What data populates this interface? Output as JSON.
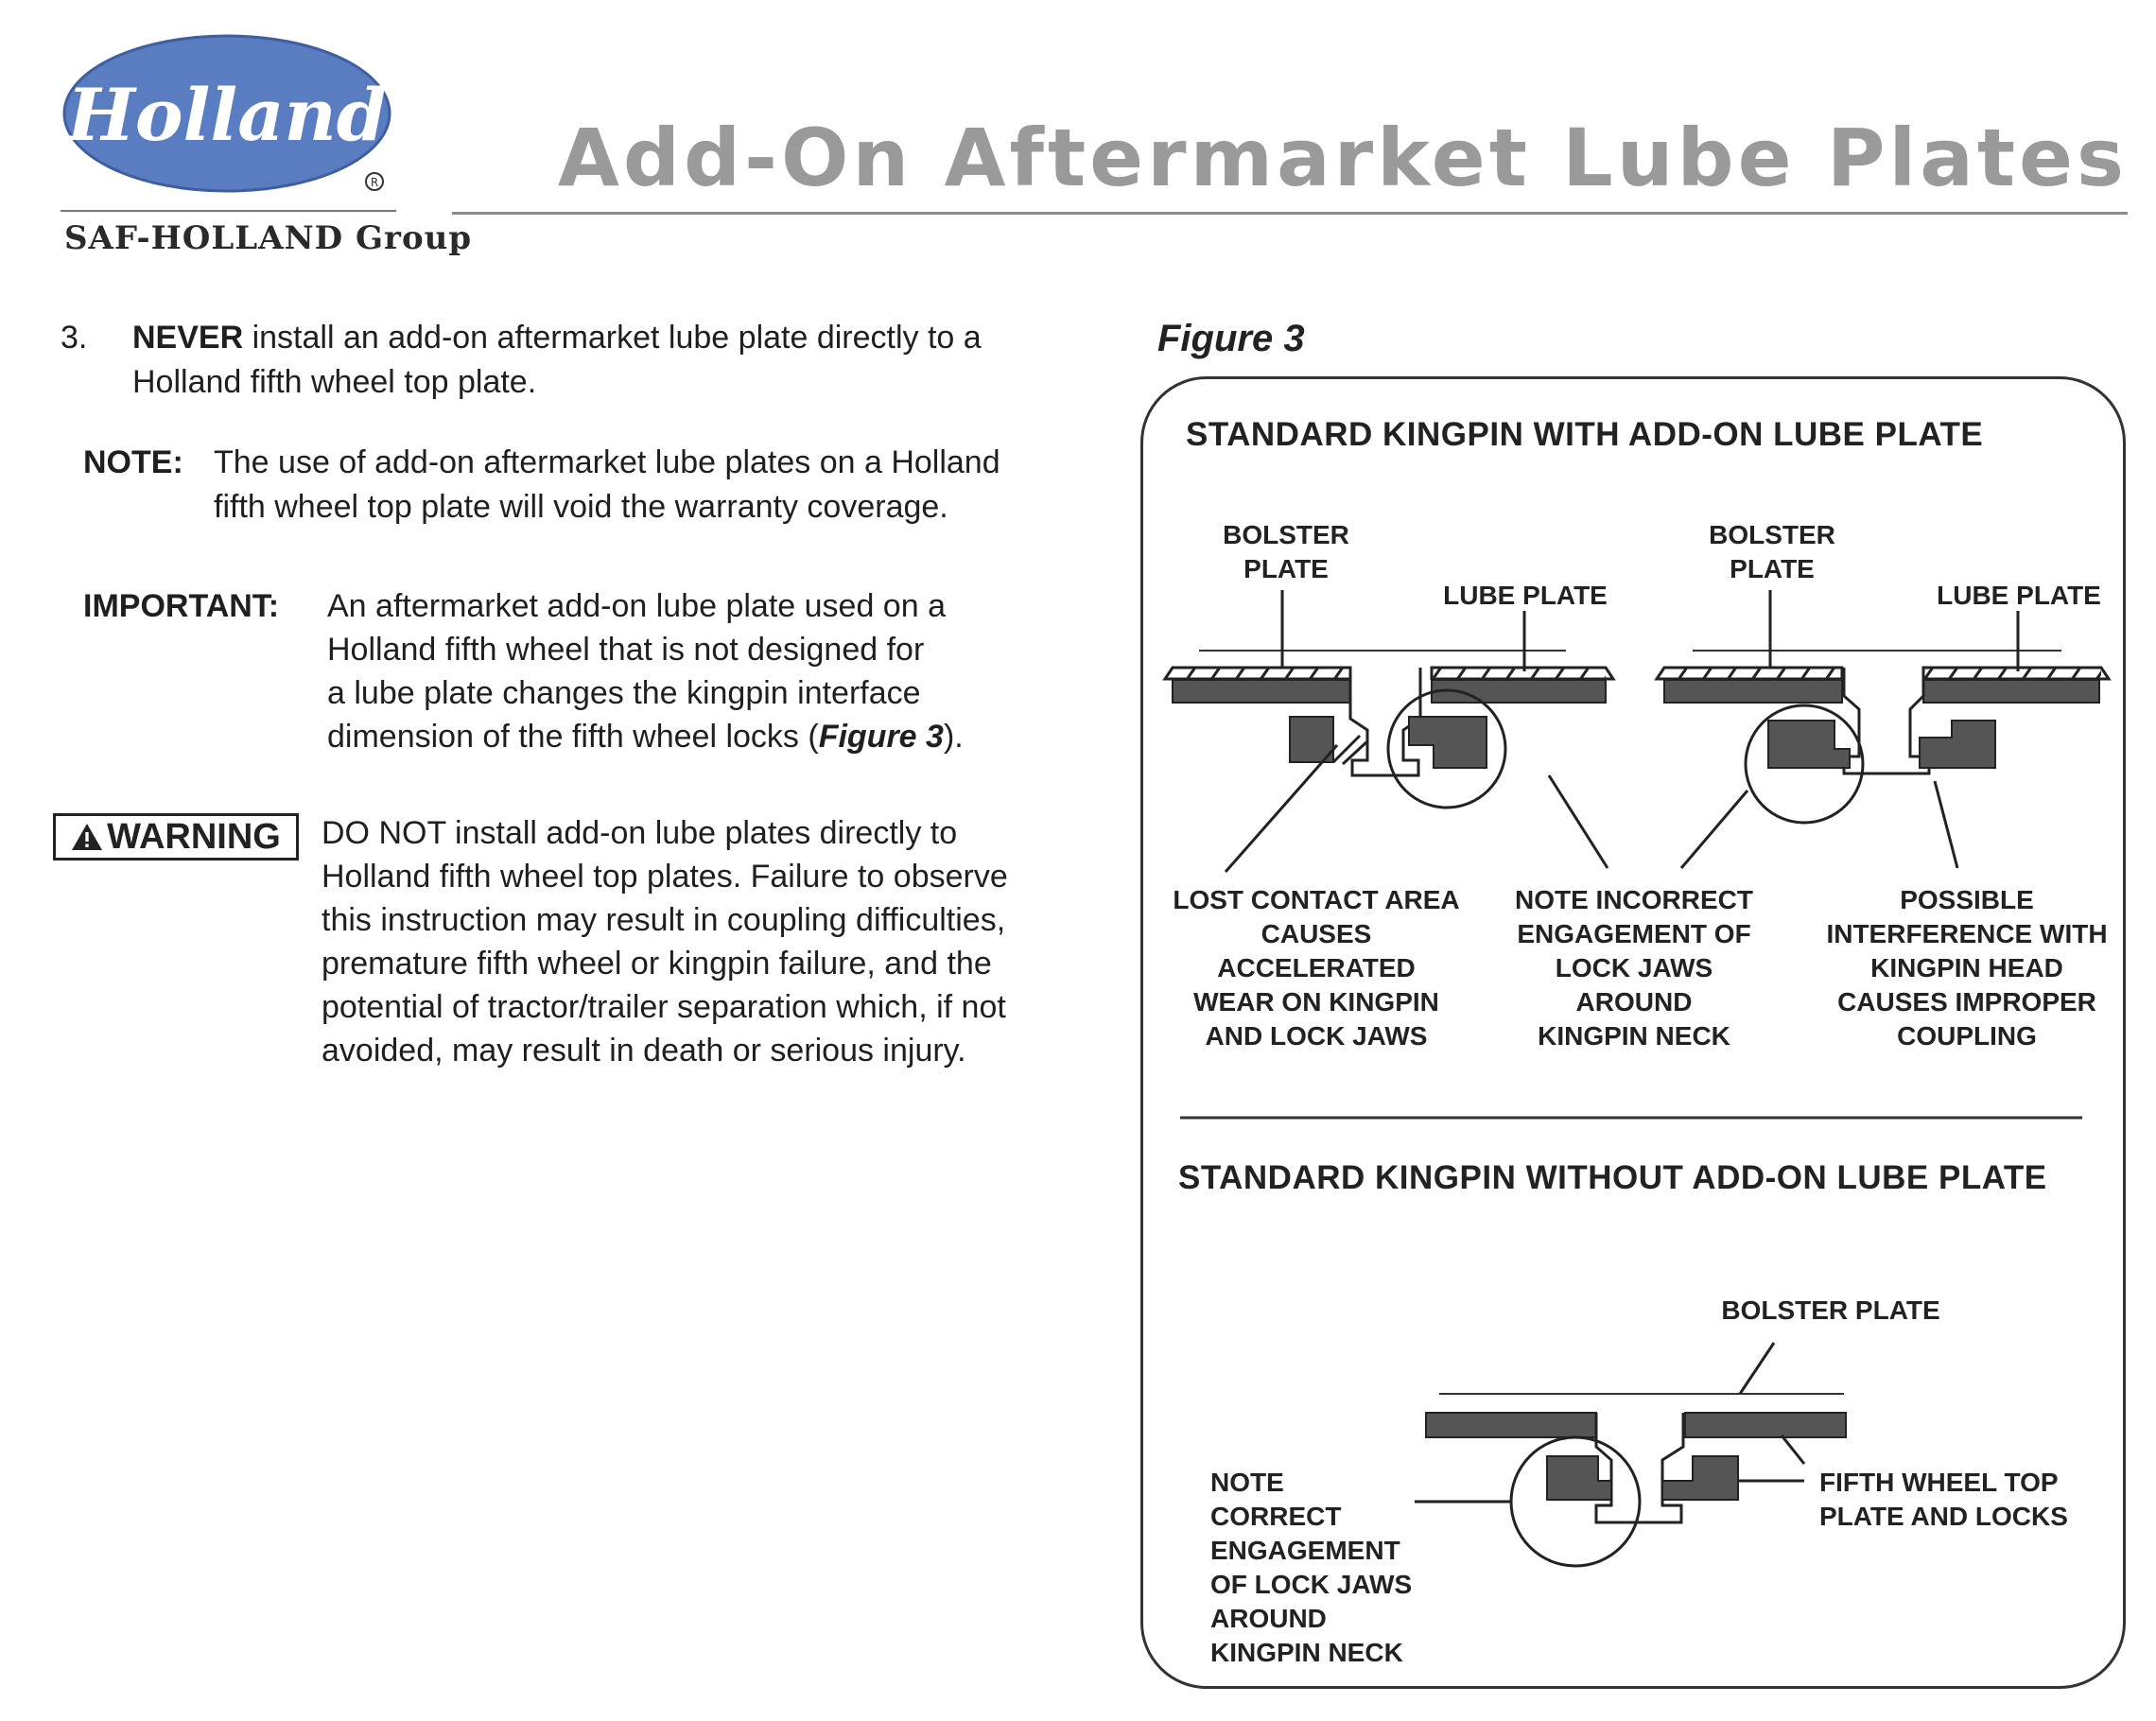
{
  "header": {
    "logo_text": "Holland",
    "brand_subtitle": "SAF-HOLLAND Group",
    "page_title": "Add-On Aftermarket Lube Plates"
  },
  "step3": {
    "number": "3.",
    "never": "NEVER",
    "line1_rest": " install an add-on aftermarket lube plate directly to a",
    "line2": "Holland fifth wheel top plate."
  },
  "note": {
    "label": "NOTE:",
    "line1": "The use of add-on aftermarket lube plates on a Holland",
    "line2": "fifth wheel top plate will void the warranty coverage."
  },
  "important": {
    "label": "IMPORTANT:",
    "line1": "An aftermarket add-on lube plate used on a",
    "line2": "Holland fifth wheel that is not designed for",
    "line3": "a lube plate changes the kingpin interface",
    "line4_pre": "dimension of the fifth wheel locks (",
    "line4_ref": "Figure 3",
    "line4_post": ")."
  },
  "warning": {
    "label": "WARNING",
    "lines": [
      "DO NOT install add-on lube plates directly to",
      "Holland fifth wheel top plates. Failure to observe",
      "this instruction may result in coupling difficulties,",
      "premature fifth wheel or kingpin failure, and the",
      "potential of tractor/trailer separation which, if not",
      "avoided, may result in death or serious injury."
    ]
  },
  "figure": {
    "caption": "Figure 3",
    "section1_title": "STANDARD KINGPIN WITH ADD-ON LUBE PLATE",
    "section2_title": "STANDARD KINGPIN WITHOUT ADD-ON LUBE PLATE",
    "labels": {
      "bolster_plate_a": "BOLSTER\nPLATE",
      "lube_plate_a": "LUBE PLATE",
      "bolster_plate_b": "BOLSTER\nPLATE",
      "lube_plate_b": "LUBE PLATE",
      "lost_contact": "LOST CONTACT AREA\nCAUSES ACCELERATED\nWEAR ON KINGPIN\nAND LOCK JAWS",
      "incorrect_engagement": "NOTE INCORRECT\nENGAGEMENT OF\nLOCK JAWS\nAROUND\nKINGPIN NECK",
      "possible_interference": "POSSIBLE\nINTERFERENCE WITH\nKINGPIN HEAD\nCAUSES IMPROPER\nCOUPLING",
      "bolster_plate_c": "BOLSTER PLATE",
      "correct_engagement": "NOTE CORRECT\nENGAGEMENT\nOF LOCK JAWS\nAROUND\nKINGPIN NECK",
      "fifth_wheel_top": "FIFTH WHEEL TOP\nPLATE AND LOCKS"
    }
  },
  "colors": {
    "logo_blue": "#5a7cc0",
    "title_gray": "#9a9a9a",
    "plate_gray": "#555555"
  }
}
